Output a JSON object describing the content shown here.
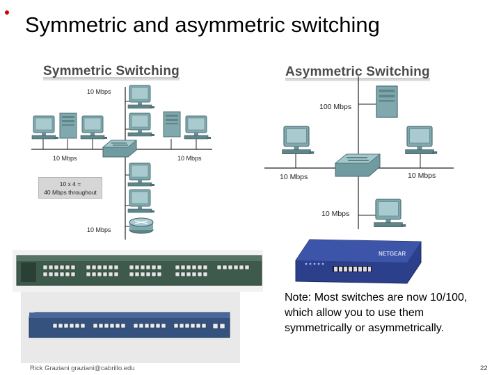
{
  "slide": {
    "title": "Symmetric and asymmetric switching",
    "note": "Note: Most switches are now 10/100, which allow you to use them symmetrically or asymmetrically.",
    "footer": "Rick Graziani  graziani@cabrillo.edu",
    "page_number": "22"
  },
  "symmetric": {
    "title": "Symmetric Switching",
    "label_top": "10 Mbps",
    "label_left": "10 Mbps",
    "label_right": "10 Mbps",
    "label_bottom": "10 Mbps",
    "throughput_line1": "10 x 4 =",
    "throughput_line2": "40 Mbps throughout"
  },
  "asymmetric": {
    "title": "Asymmetric Switching",
    "label_top": "100 Mbps",
    "label_left": "10 Mbps",
    "label_right": "10 Mbps",
    "label_bottom": "10 Mbps"
  },
  "photos": {
    "netgear_brand": "NETGEAR"
  },
  "colors": {
    "bullet": "#cc0000",
    "device": "#6f9ba1",
    "switch_green": "#3d5a4c",
    "switch_blue": "#35527e",
    "netgear_blue": "#2b3f8a"
  }
}
